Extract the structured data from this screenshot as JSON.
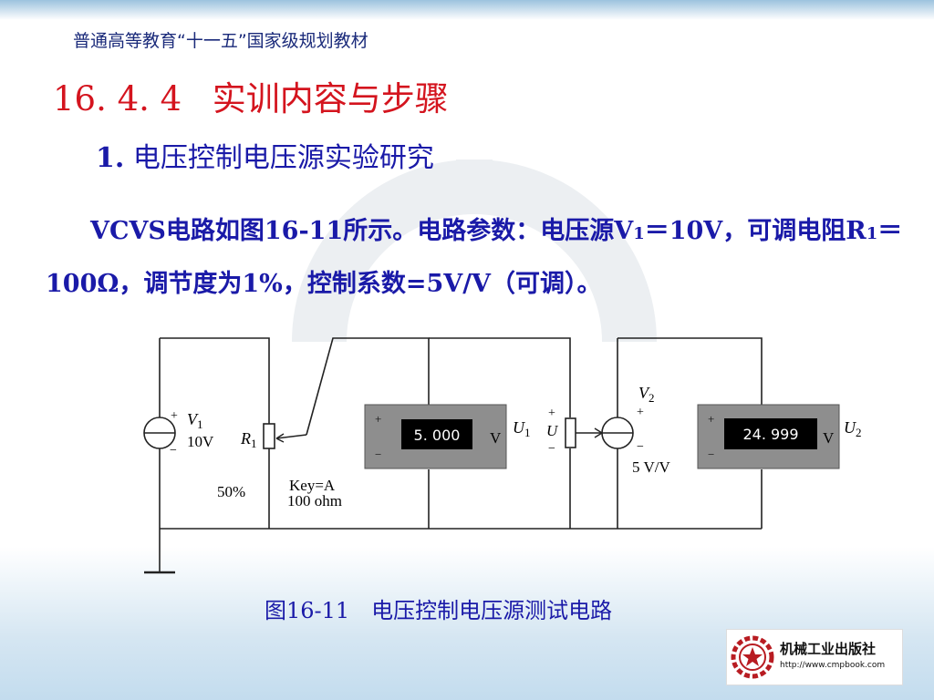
{
  "header": {
    "series_title": "普通高等教育“十一五”国家级规划教材"
  },
  "section": {
    "number": "16. 4. 4",
    "title": "实训内容与步骤"
  },
  "subsection": {
    "number": "1.",
    "title": "电压控制电压源实验研究"
  },
  "paragraph": {
    "p1": "VCVS电路如图",
    "fig_ref": "16-11",
    "p2": "所示。电路参数：电压源V",
    "v1_sub": "1",
    "p3": "＝10V，可调电阻R",
    "r1_sub": "1",
    "p4": "＝100Ω，调节度为1%，控制系数=5V/V（可调）。"
  },
  "circuit": {
    "v1_name": "V",
    "v1_sub": "1",
    "v1_value": "10V",
    "r1_name": "R",
    "r1_sub": "1",
    "r1_percent": "50%",
    "r1_key": "Key=A",
    "r1_resistance": "100 ohm",
    "meter1_reading": "5. 000",
    "meter1_unit": "V",
    "u1_name": "U",
    "u1_sub": "1",
    "control_label": "U",
    "v2_name": "V",
    "v2_sub": "2",
    "v2_gain": "5 V/V",
    "meter2_reading": "24. 999",
    "meter2_unit": "V",
    "u2_name": "U",
    "u2_sub": "2",
    "plus": "+",
    "minus": "−"
  },
  "figure": {
    "caption": "图16-11　电压控制电压源测试电路"
  },
  "publisher": {
    "name": "机械工业出版社",
    "url": "http://www.cmpbook.com"
  },
  "colors": {
    "section_red": "#d4141e",
    "text_blue": "#1a1aa8"
  }
}
